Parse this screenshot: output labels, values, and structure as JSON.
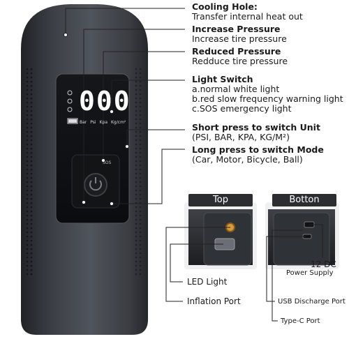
{
  "callouts": {
    "cooling": {
      "title": "Cooling Hole:",
      "desc": "Transfer internal heat out"
    },
    "increase": {
      "title": "Increase Pressure",
      "desc": "Increase tire pressure"
    },
    "reduced": {
      "title": "Reduced Pressure",
      "desc": "Redduce tire pressure"
    },
    "light": {
      "title": "Light Switch",
      "lines": [
        "a.normal white light",
        "b.red slow frequency warning light",
        "c.SOS emergency light"
      ]
    },
    "short_press": {
      "title": "Short press to switch Unit",
      "desc": "(PSI, BAR, KPA, KG/M²)"
    },
    "long_press": {
      "title": "Long press to switch Mode",
      "desc": "(Car, Motor, Bicycle, Ball)"
    }
  },
  "device": {
    "display_digits": "000",
    "units": [
      "Bar",
      "Psi",
      "Kpa",
      "Kg/cm²"
    ],
    "sos_label": "SOS"
  },
  "detail": {
    "top_tab": "Top",
    "bottom_tab": "Botton",
    "led_light": "LED Light",
    "inflation_port": "Inflation Port",
    "dc_value": "12 DC",
    "power_supply": "Power Supply",
    "usb_port": "USB Discharge Port",
    "typec_port": "Type-C Port"
  },
  "colors": {
    "device_body": "#3a3d42",
    "tab_bg": "#2b2d30",
    "display": "#ffffff",
    "accent_orange": "#d89a3a"
  }
}
